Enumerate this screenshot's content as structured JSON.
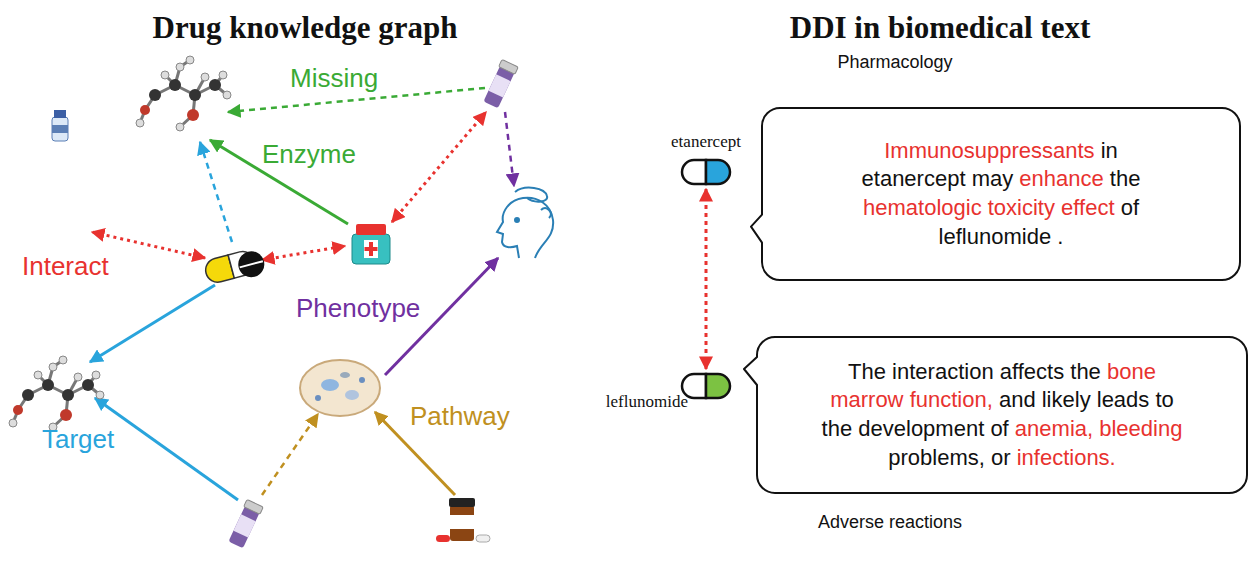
{
  "diagram": {
    "nodes": [
      {
        "text": [
          "etanercept"
        ]
      },
      {
        "text": [
          "Immunosuppressants in etanercept may enhance the hematologic toxicity effect of leflunomide ."
        ]
      },
      {
        "text": [
          "leflunomide"
        ]
      },
      {
        "text": [
          "The interaction affects the bone marrow function, and likely leads to the development of anemia, bleeding problems, or infections."
        ]
      }
    ],
    "edges": [
      {
        "from": 0,
        "to": 2,
        "arrow": "both"
      }
    ],
    "labels": [
      "Drug knowledge graph",
      "DDI in biomedical text",
      "Missing",
      "Enzyme",
      "Interact",
      "Phenotype",
      "Pathway",
      "Target",
      "Pharmacology",
      "Adverse reactions"
    ]
  }
}
